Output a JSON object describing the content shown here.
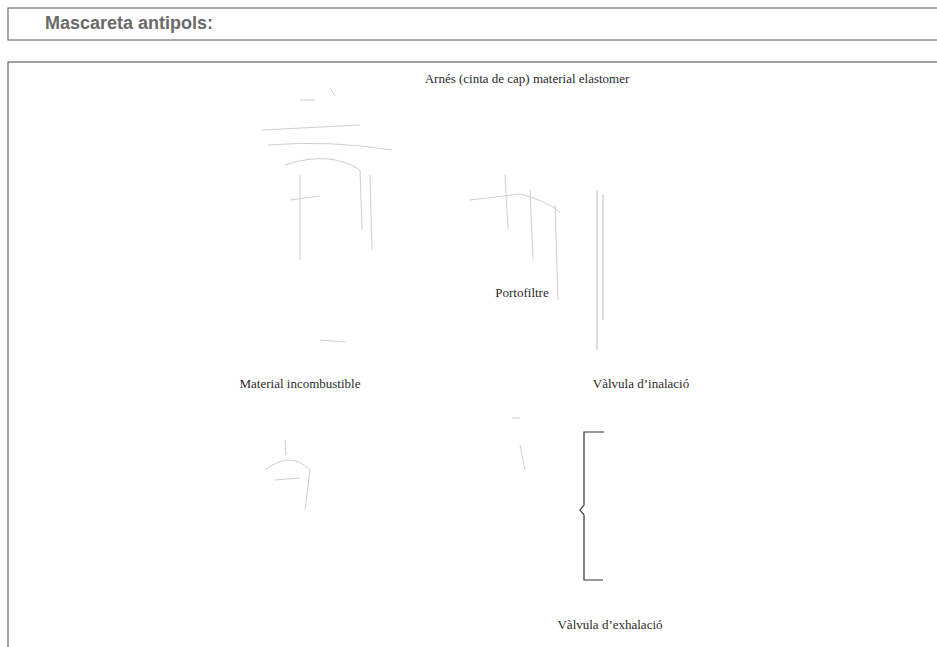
{
  "diagram": {
    "title": "Mascareta antipols:",
    "labels": [
      "Arnés (cinta de cap) material elastomer",
      "Portofiltre",
      "Material incombustible",
      "Vàlvula d’inalació",
      "Vàlvula d’exhalació"
    ]
  }
}
